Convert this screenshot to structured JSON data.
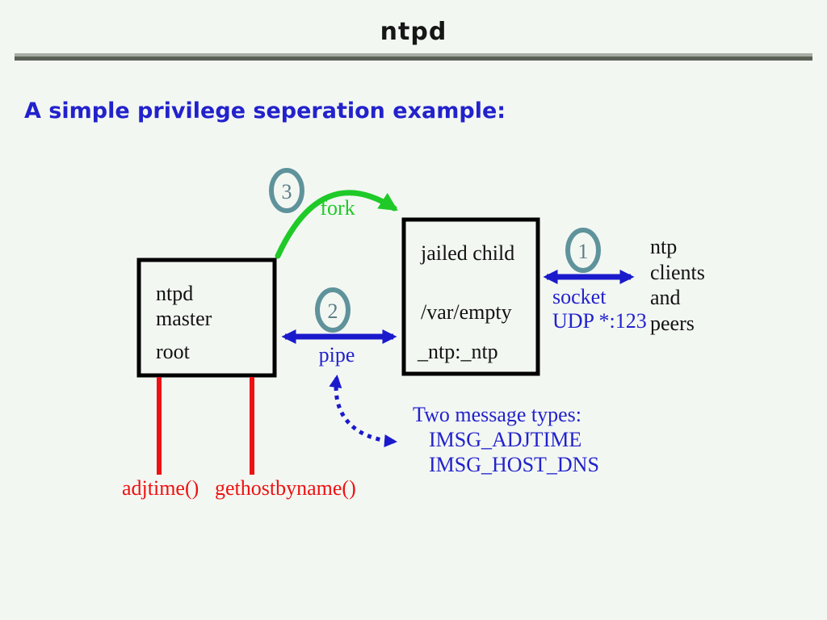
{
  "slide": {
    "title": "ntpd",
    "subtitle": "A simple privilege seperation example:"
  },
  "diagram": {
    "master_box": {
      "lines": [
        "ntpd",
        "master",
        "root"
      ]
    },
    "child_box": {
      "lines": [
        "jailed child",
        "/var/empty",
        "_ntp:_ntp"
      ]
    },
    "badges": {
      "socket": "1",
      "pipe": "2",
      "fork": "3"
    },
    "fork_label": "fork",
    "pipe_label": "pipe",
    "socket_label_line1": "socket",
    "socket_label_line2": "UDP *:123",
    "clients_lines": [
      "ntp",
      "clients",
      "and",
      "peers"
    ],
    "message_types": {
      "heading": "Two message types:",
      "items": [
        "IMSG_ADJTIME",
        "IMSG_HOST_DNS"
      ]
    },
    "syscalls": [
      "adjtime()",
      "gethostbyname()"
    ],
    "colors": {
      "background": "#f3f7f2",
      "blue": "#2222cc",
      "arrow_blue": "#1a1acc",
      "red": "#ee1111",
      "green": "#1fca28",
      "badge_ring": "#5f939b",
      "badge_text": "#5c7d87",
      "box_border": "#000000",
      "rule_light": "#a7aca4",
      "rule_dark": "#596054"
    }
  }
}
